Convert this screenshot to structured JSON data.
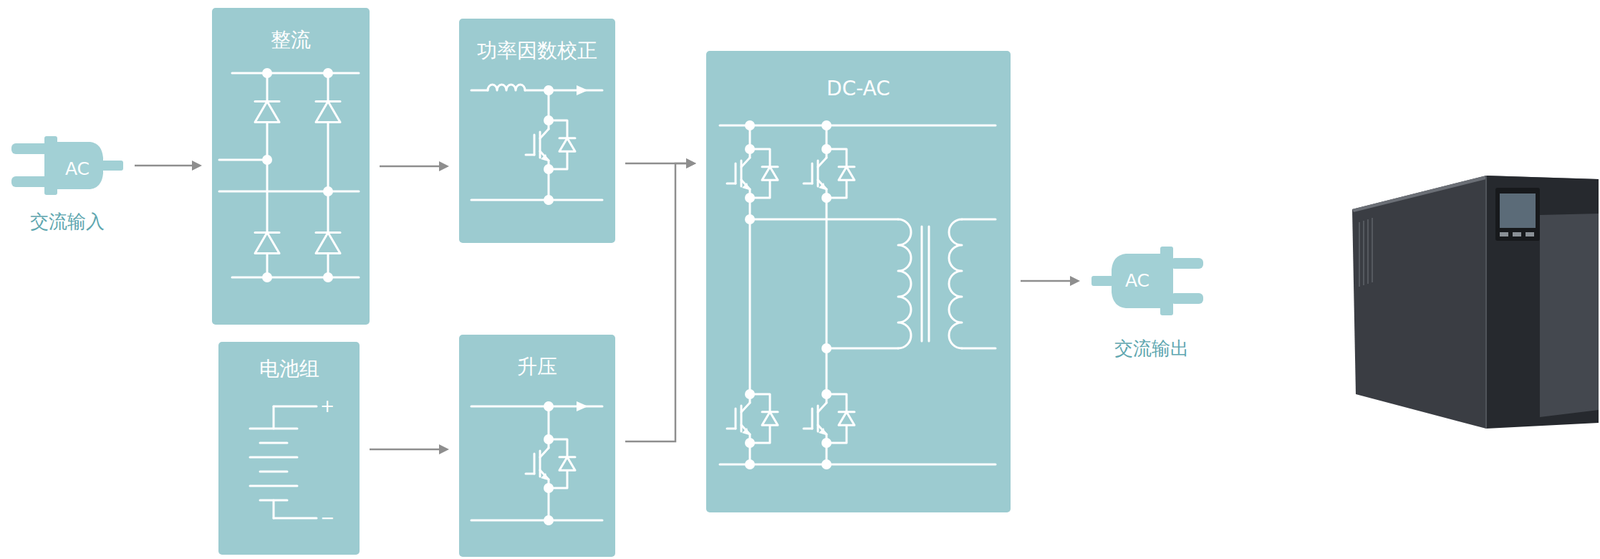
{
  "diagram": {
    "nodes": [
      {
        "text": [
          "AC",
          "交流输入"
        ]
      },
      {
        "text": [
          "整流"
        ]
      },
      {
        "text": [
          "功率因数校正"
        ]
      },
      {
        "text": [
          "电池组"
        ]
      },
      {
        "text": [
          "升压"
        ]
      },
      {
        "text": [
          "DC-AC"
        ]
      },
      {
        "text": [
          "AC",
          "交流输出"
        ]
      }
    ],
    "edges": [
      {
        "from": 0,
        "to": 1,
        "arrow": "to"
      },
      {
        "from": 1,
        "to": 2,
        "arrow": "to"
      },
      {
        "from": 2,
        "to": 5,
        "arrow": "to"
      },
      {
        "from": 3,
        "to": 4,
        "arrow": "to"
      },
      {
        "from": 4,
        "to": 5,
        "arrow": "to"
      },
      {
        "from": 5,
        "to": 6,
        "arrow": "to"
      }
    ],
    "labels": [
      "+",
      "−"
    ]
  }
}
